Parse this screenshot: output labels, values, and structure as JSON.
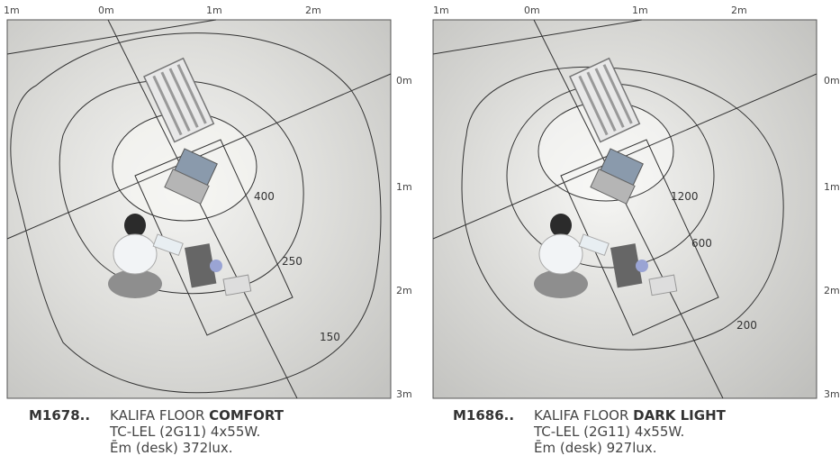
{
  "panels": [
    {
      "top_scale": [
        "1m",
        "0m",
        "1m",
        "2m"
      ],
      "side_scale": [
        "0m",
        "1m",
        "2m",
        "3m"
      ],
      "contours": [
        "400",
        "250",
        "150"
      ],
      "code": "M1678..",
      "product_name": "KALIFA FLOOR",
      "variant": "COMFORT",
      "lamp": "TC-LEL (2G11) 4x55W.",
      "illuminance": "Ēm (desk) 372lux."
    },
    {
      "top_scale": [
        "1m",
        "0m",
        "1m",
        "2m"
      ],
      "side_scale": [
        "0m",
        "1m",
        "2m",
        "3m"
      ],
      "contours": [
        "1200",
        "600",
        "200"
      ],
      "code": "M1686..",
      "product_name": "KALIFA FLOOR",
      "variant": "DARK LIGHT",
      "lamp": "TC-LEL (2G11) 4x55W.",
      "illuminance": "Ēm (desk) 927lux."
    }
  ]
}
